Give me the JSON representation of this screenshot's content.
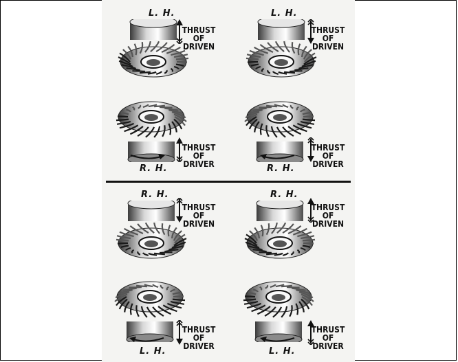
{
  "panels": [
    {
      "top_hand": "L. H.",
      "bottom_hand": "R. H.",
      "driven_label": [
        "THRUST",
        "OF",
        "DRIVEN"
      ],
      "driver_label": [
        "THRUST",
        "OF",
        "DRIVER"
      ]
    },
    {
      "top_hand": "L. H.",
      "bottom_hand": "R. H.",
      "driven_label": [
        "THRUST",
        "OF",
        "DRIVEN"
      ],
      "driver_label": [
        "THRUST",
        "OF",
        "DRIVER"
      ]
    },
    {
      "top_hand": "R. H.",
      "bottom_hand": "L. H.",
      "driven_label": [
        "THRUST",
        "OF",
        "DRIVEN"
      ],
      "driver_label": [
        "THRUST",
        "OF",
        "DRIVER"
      ]
    },
    {
      "top_hand": "R. H.",
      "bottom_hand": "L. H.",
      "driven_label": [
        "THRUST",
        "OF",
        "DRIVEN"
      ],
      "driver_label": [
        "THRUST",
        "OF",
        "DRIVER"
      ]
    }
  ],
  "arrows": {
    "panel_0_driven": "up",
    "panel_0_driver": "up",
    "panel_1_driven": "down",
    "panel_1_driver": "down",
    "panel_2_driven": "down",
    "panel_2_driver": "down",
    "panel_3_driven": "up",
    "panel_3_driver": "up"
  }
}
